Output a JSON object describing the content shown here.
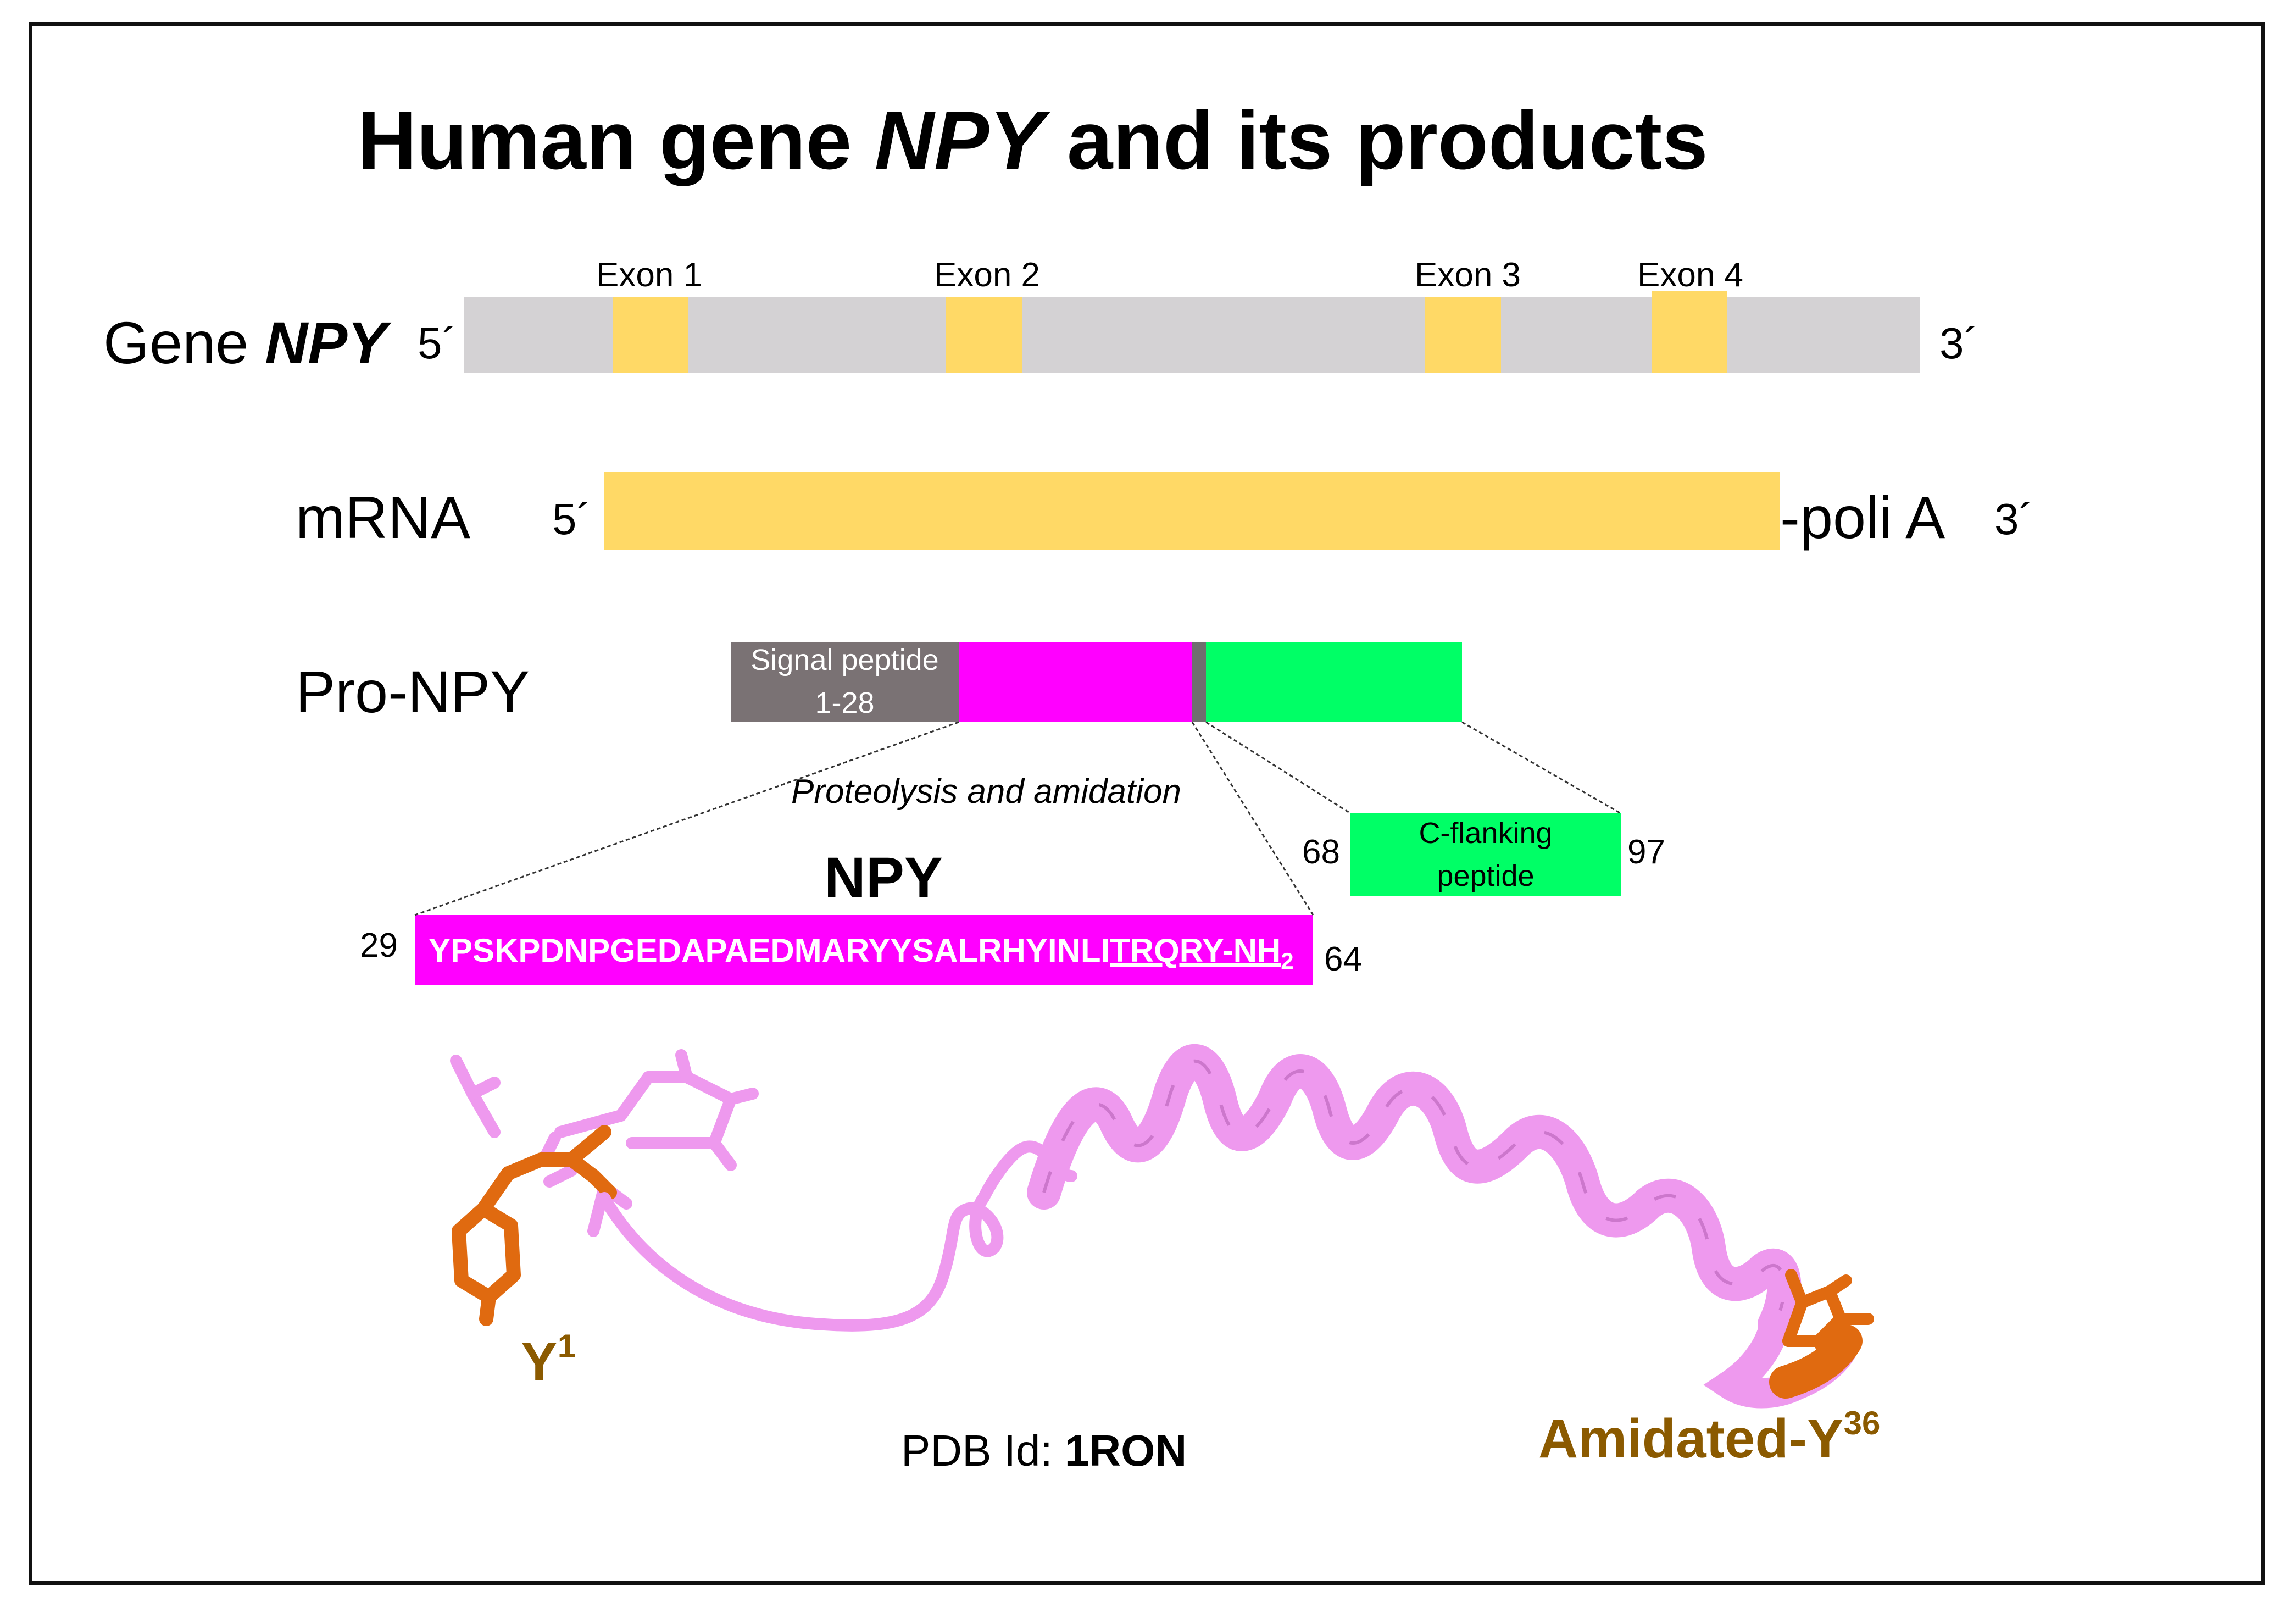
{
  "title": {
    "prefix": "Human gene ",
    "gene": "NPY",
    "suffix": " and its products"
  },
  "gene_row": {
    "label": "Gene ",
    "gene": "NPY",
    "five_prime": "5´",
    "three_prime": "3´",
    "exons": [
      "Exon 1",
      "Exon 2",
      "Exon 3",
      "Exon 4"
    ]
  },
  "mrna_row": {
    "label": "mRNA",
    "five_prime": "5´",
    "tail": "-poli A",
    "three_prime": "3´"
  },
  "pro_npy_row": {
    "label": "Pro-NPY",
    "signal_peptide_line1": "Signal peptide",
    "signal_peptide_line2": "1-28"
  },
  "processing": {
    "annotation": "Proteolysis and amidation"
  },
  "npy_peptide": {
    "title": "NPY",
    "start": "29",
    "end": "64",
    "sequence_main": "YPSKPDNPGEDAPAEDMARYYSALRHYINLI",
    "sequence_underlined": "TRQRY-NH",
    "subscript": "2"
  },
  "c_flanking": {
    "line1": "C-flanking",
    "line2": "peptide",
    "start": "68",
    "end": "97"
  },
  "structure": {
    "n_term_residue": "Y",
    "n_term_index": "1",
    "c_term_residue": "Amidated-Y",
    "c_term_index": "36",
    "pdb_prefix": "PDB Id: ",
    "pdb_id": "1RON"
  },
  "colors": {
    "gene_bar": "#d4d2d4",
    "exon": "#ffd966",
    "mrna": "#ffd966",
    "signal_peptide": "#7a7274",
    "npy_magenta": "#ff00ff",
    "spacer": "#6f6f6f",
    "c_flanking": "#00ff66",
    "ribbon": "#ee99ee",
    "ribbon_dark": "#cc77cc",
    "residue_orange": "#e06a10",
    "residue_label": "#8B5A00"
  }
}
